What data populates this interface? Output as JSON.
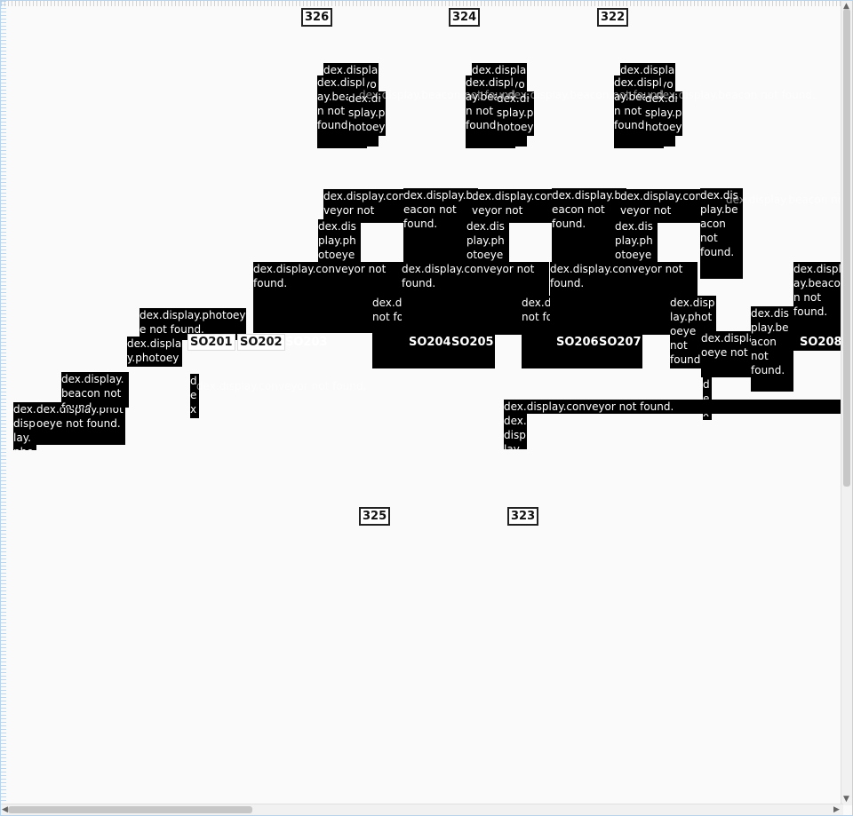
{
  "rooms": [
    "326",
    "324",
    "322",
    "325",
    "323"
  ],
  "messages": {
    "conveyor": "dex.display.conveyor not found.",
    "beacon": "dex.display.beacon not found.",
    "photoeye": "dex.display.photoeye not found."
  },
  "sorters": [
    "SO201",
    "SO202",
    "SO203",
    "SO204",
    "SO205",
    "SO206",
    "SO207",
    "SO208"
  ],
  "scrollbars": {
    "arrow_up": "▲",
    "arrow_down": "▼",
    "arrow_left": "◀",
    "arrow_right": "▶"
  }
}
